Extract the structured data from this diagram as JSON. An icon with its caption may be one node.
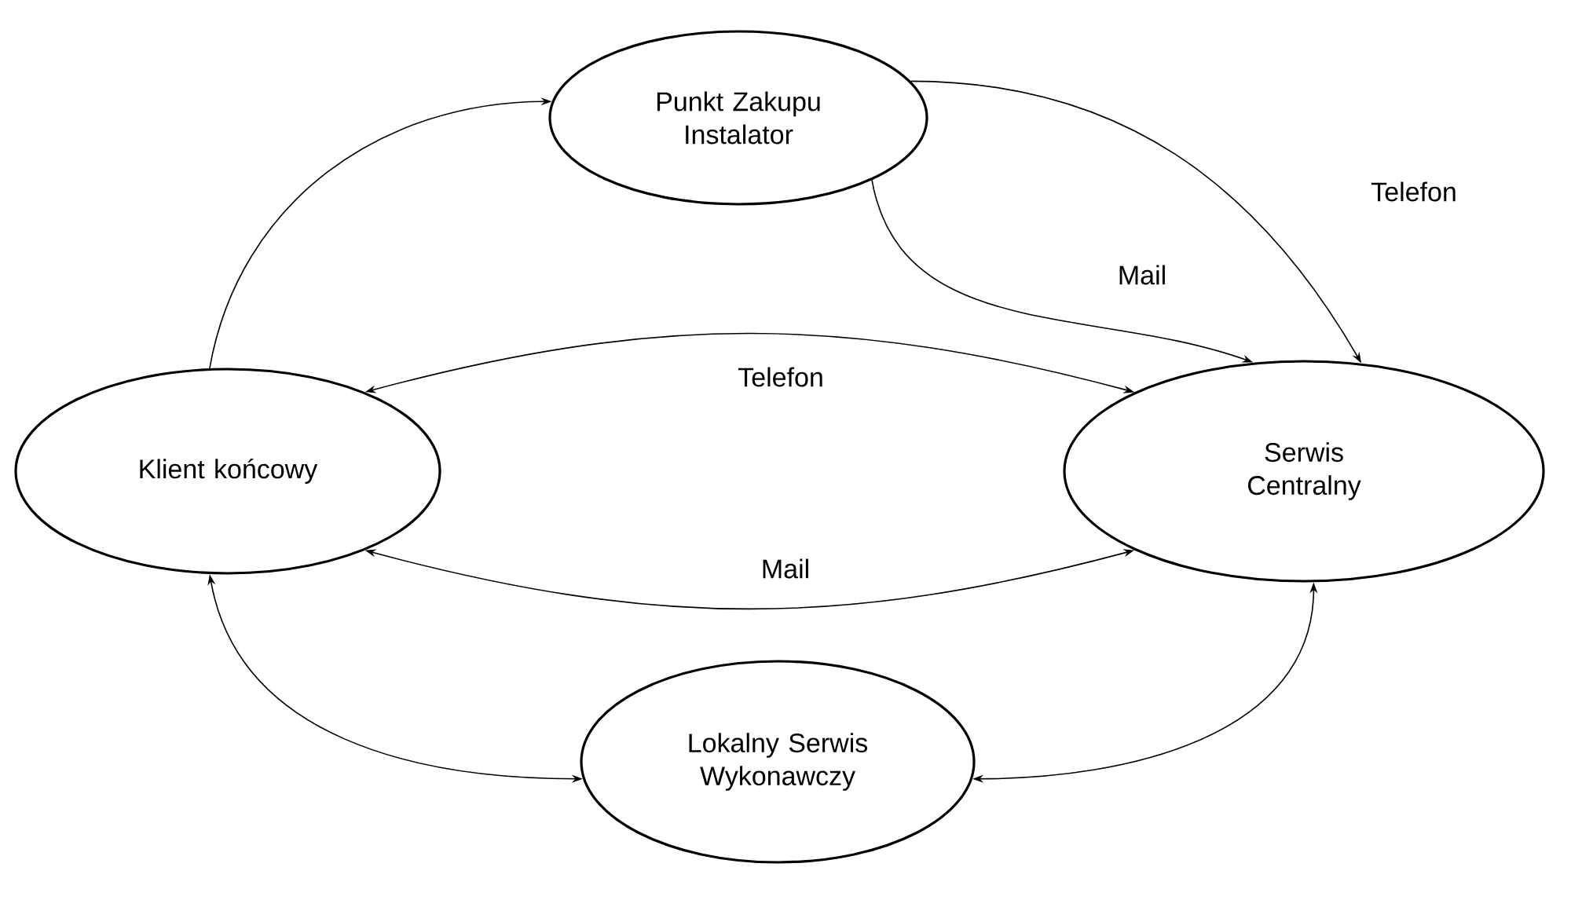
{
  "diagram": {
    "nodes": [
      {
        "text": [
          "Punkt Zakupu Instalator"
        ]
      },
      {
        "text": [
          "Klient końcowy"
        ]
      },
      {
        "text": [
          "Serwis Centralny"
        ]
      },
      {
        "text": [
          "Lokalny Serwis Wykonawczy"
        ]
      }
    ],
    "edges": [
      {
        "from": 1,
        "to": 0,
        "arrow": "to"
      },
      {
        "from": 0,
        "to": 2,
        "arrow": "to",
        "label": "Telefon"
      },
      {
        "from": 0,
        "to": 2,
        "arrow": "to",
        "label": "Mail"
      },
      {
        "from": 1,
        "to": 2,
        "arrow": "both",
        "label": "Telefon"
      },
      {
        "from": 1,
        "to": 2,
        "arrow": "both",
        "label": "Mail"
      },
      {
        "from": 1,
        "to": 3,
        "arrow": "both"
      },
      {
        "from": 3,
        "to": 2,
        "arrow": "both"
      }
    ]
  }
}
